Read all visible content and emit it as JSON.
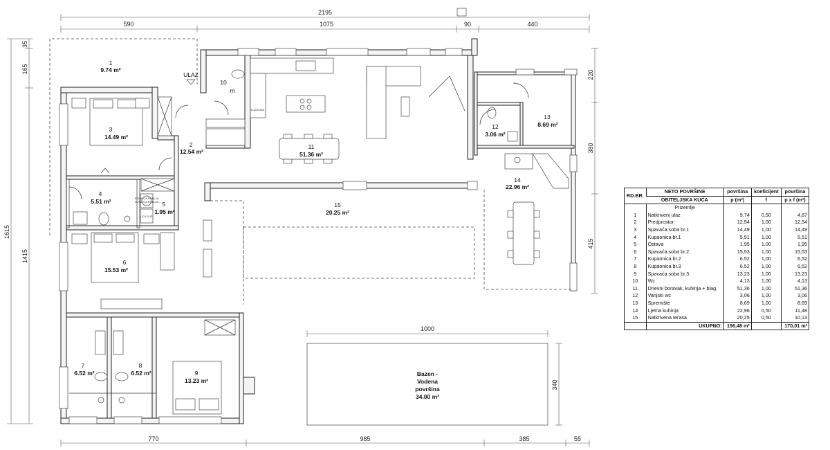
{
  "dimensions": {
    "top_total": "2195",
    "top_segments": [
      "590",
      "1075",
      "90",
      "440"
    ],
    "left_outer": "1615",
    "left_inner": "1415",
    "left_top_a": "35",
    "left_top_b": "165",
    "right_a": "220",
    "right_b": "380",
    "right_c": "415",
    "bottom_segments": [
      "770",
      "985",
      "385",
      "55"
    ],
    "pool_width": "1000",
    "pool_height": "340"
  },
  "entrance_label": "ULAZ",
  "rooms": [
    {
      "no": "1",
      "area": "9.74 m²"
    },
    {
      "no": "2",
      "area": "12.54 m²"
    },
    {
      "no": "3",
      "area": "14.49 m²"
    },
    {
      "no": "4",
      "area": "5.51 m²"
    },
    {
      "no": "5",
      "area": "1.95 m²"
    },
    {
      "no": "6",
      "area": "15.53 m²"
    },
    {
      "no": "7",
      "area": "6.52 m²"
    },
    {
      "no": "8",
      "area": "6.52 m²"
    },
    {
      "no": "9",
      "area": "13.23 m²"
    },
    {
      "no": "10",
      "area": "m"
    },
    {
      "no": "11",
      "area": "51.36 m²"
    },
    {
      "no": "12",
      "area": "3.06 m²"
    },
    {
      "no": "13",
      "area": "8.69 m²"
    },
    {
      "no": "14",
      "area": "22.96 m²"
    },
    {
      "no": "15",
      "area": "20.25 m²"
    }
  ],
  "pool": {
    "line1": "Bazen -",
    "line2": "Vodena",
    "line3": "površina",
    "line4": "34.00 m²"
  },
  "appliance_labels": {
    "fridge": "HLADNJAK",
    "washer": "PERILICA RUBLJA",
    "dryer": "SUŠILICA RUBLJA",
    "sink": "LICA SUŠI"
  },
  "table": {
    "title": "NETO POVRŠINE",
    "h_area": "površina",
    "h_coef": "koeficijent",
    "h_total": "površina",
    "h_no": "RD.BR.",
    "subtitle": "OBITELJSKA KUĆA",
    "u_area": "p (m²)",
    "u_coef": "f",
    "u_total": "p x f (m²)",
    "floor": "Prizemlje",
    "rows": [
      {
        "no": "1",
        "name": "Natkriveni ulaz",
        "p": "9,74",
        "f": "0,50",
        "pf": "4,87"
      },
      {
        "no": "2",
        "name": "Predprostor",
        "p": "12,54",
        "f": "1,00",
        "pf": "12,54"
      },
      {
        "no": "3",
        "name": "Spavaća soba br.1",
        "p": "14,49",
        "f": "1,00",
        "pf": "14,49"
      },
      {
        "no": "4",
        "name": "Kupaonica br.1",
        "p": "5,51",
        "f": "1,00",
        "pf": "5,51"
      },
      {
        "no": "5",
        "name": "Ostava",
        "p": "1,95",
        "f": "1,00",
        "pf": "1,95"
      },
      {
        "no": "6",
        "name": "Spavaća soba br.2",
        "p": "15,53",
        "f": "1,00",
        "pf": "15,53"
      },
      {
        "no": "7",
        "name": "Kupaonica br.2",
        "p": "6,52",
        "f": "1,00",
        "pf": "6,52"
      },
      {
        "no": "8",
        "name": "Kupaonica br.3",
        "p": "6,52",
        "f": "1,00",
        "pf": "6,52"
      },
      {
        "no": "9",
        "name": "Spavaća soba br.3",
        "p": "13,23",
        "f": "1,00",
        "pf": "13,23"
      },
      {
        "no": "10",
        "name": "Wc",
        "p": "4,13",
        "f": "1,00",
        "pf": "4,13"
      },
      {
        "no": "11",
        "name": "Dnevni boravak, kuhinja + blag.",
        "p": "51,36",
        "f": "1,00",
        "pf": "51,36"
      },
      {
        "no": "12",
        "name": "Vanjski wc",
        "p": "3,06",
        "f": "1,00",
        "pf": "3,06"
      },
      {
        "no": "13",
        "name": "Spremište",
        "p": "8,69",
        "f": "1,00",
        "pf": "8,69"
      },
      {
        "no": "14",
        "name": "Ljetna kuhinja",
        "p": "22,96",
        "f": "0,50",
        "pf": "11,48"
      },
      {
        "no": "15",
        "name": "Natkrivena terasa",
        "p": "20,25",
        "f": "0,50",
        "pf": "10,13"
      }
    ],
    "total_label": "UKUPNO:",
    "total_p": "196,48 m²",
    "total_pf": "170,01 m²"
  }
}
